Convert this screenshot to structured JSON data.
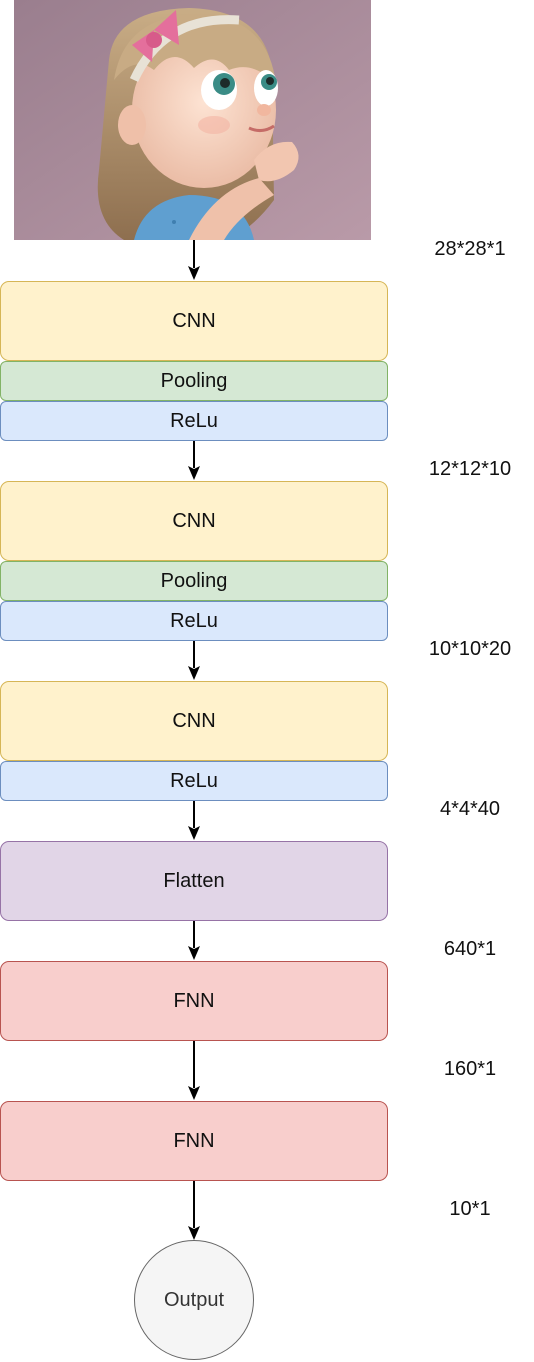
{
  "diagram": {
    "input_image": {
      "icon": "cartoon-girl-image"
    },
    "layers": [
      {
        "label": "CNN",
        "kind": "cnn"
      },
      {
        "label": "Pooling",
        "kind": "pooling"
      },
      {
        "label": "ReLu",
        "kind": "relu"
      },
      {
        "label": "CNN",
        "kind": "cnn"
      },
      {
        "label": "Pooling",
        "kind": "pooling"
      },
      {
        "label": "ReLu",
        "kind": "relu"
      },
      {
        "label": "CNN",
        "kind": "cnn"
      },
      {
        "label": "ReLu",
        "kind": "relu"
      },
      {
        "label": "Flatten",
        "kind": "flatten"
      },
      {
        "label": "FNN",
        "kind": "fnn"
      },
      {
        "label": "FNN",
        "kind": "fnn"
      }
    ],
    "output": {
      "label": "Output"
    },
    "dimensions": [
      "28*28*1",
      "12*12*10",
      "10*10*20",
      "4*4*40",
      "640*1",
      "160*1",
      "10*1"
    ],
    "colors": {
      "cnn_fill": "#fff2cc",
      "cnn_stroke": "#d6b656",
      "pooling_fill": "#d5e8d4",
      "pooling_stroke": "#82b366",
      "relu_fill": "#dae8fc",
      "relu_stroke": "#6c8ebf",
      "flatten_fill": "#e1d5e7",
      "flatten_stroke": "#9673a6",
      "fnn_fill": "#f8cecc",
      "fnn_stroke": "#b85450",
      "output_fill": "#f5f5f5",
      "output_stroke": "#666666"
    }
  }
}
